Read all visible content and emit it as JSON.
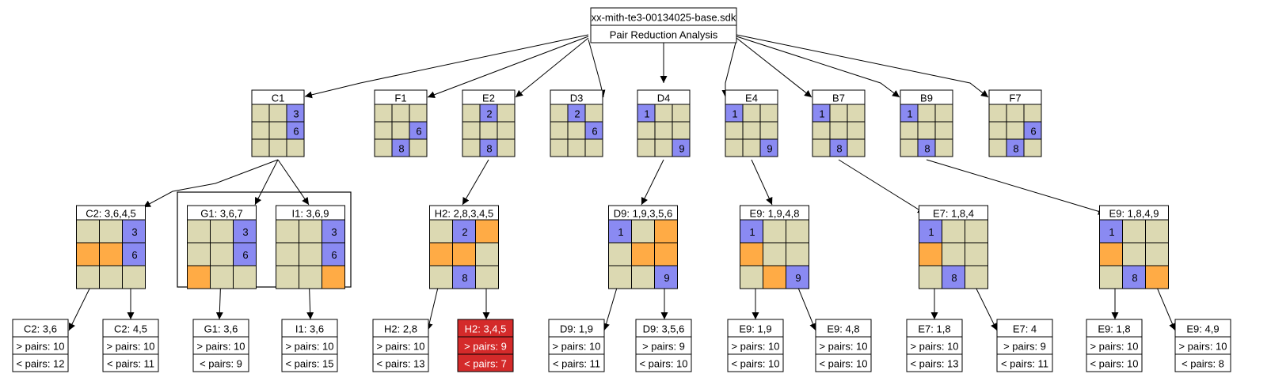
{
  "root": {
    "title": "xx-mith-te3-00134025-base.sdk",
    "subtitle": "Pair Reduction Analysis"
  },
  "colors": {
    "cell": "#dcd9b2",
    "blue": "#8a8af2",
    "orange": "#ffab45",
    "highlight": "#d42a2a",
    "line": "#000000"
  },
  "level1": [
    {
      "label": "C1",
      "cells": [
        "",
        "",
        "b3",
        "",
        "",
        "b6",
        "",
        "",
        ""
      ]
    },
    {
      "label": "F1",
      "cells": [
        "",
        "",
        "",
        "",
        "",
        "b6",
        "",
        "b8",
        ""
      ]
    },
    {
      "label": "E2",
      "cells": [
        "",
        "b2",
        "",
        "",
        "",
        "",
        "",
        "b8",
        ""
      ]
    },
    {
      "label": "D3",
      "cells": [
        "",
        "b2",
        "",
        "",
        "",
        "b6",
        "",
        "",
        ""
      ]
    },
    {
      "label": "D4",
      "cells": [
        "b1",
        "",
        "",
        "",
        "",
        "",
        "",
        "",
        "b9"
      ]
    },
    {
      "label": "E4",
      "cells": [
        "b1",
        "",
        "",
        "",
        "",
        "",
        "",
        "",
        "b9"
      ]
    },
    {
      "label": "B7",
      "cells": [
        "b1",
        "",
        "",
        "",
        "",
        "",
        "",
        "b8",
        ""
      ]
    },
    {
      "label": "B9",
      "cells": [
        "b1",
        "",
        "",
        "",
        "",
        "",
        "",
        "b8",
        ""
      ]
    },
    {
      "label": "F7",
      "cells": [
        "",
        "",
        "",
        "",
        "",
        "b6",
        "",
        "b8",
        ""
      ]
    }
  ],
  "level2": [
    {
      "label": "C2: 3,6,4,5",
      "cells": [
        "",
        "",
        "b3",
        "o",
        "o",
        "b6",
        "",
        "",
        ""
      ]
    },
    {
      "label": "G1: 3,6,7",
      "cells": [
        "",
        "",
        "b3",
        "",
        "",
        "b6",
        "o",
        "",
        ""
      ]
    },
    {
      "label": "I1: 3,6,9",
      "cells": [
        "",
        "",
        "b3",
        "",
        "",
        "b6",
        "",
        "",
        "o"
      ]
    },
    {
      "label": "H2: 2,8,3,4,5",
      "cells": [
        "",
        "b2",
        "o",
        "o",
        "o",
        "",
        "",
        "b8",
        ""
      ]
    },
    {
      "label": "D9: 1,9,3,5,6",
      "cells": [
        "b1",
        "",
        "o",
        "",
        "o",
        "o",
        "",
        "",
        "b9"
      ]
    },
    {
      "label": "E9: 1,9,4,8",
      "cells": [
        "b1",
        "",
        "",
        "o",
        "",
        "",
        "",
        "o",
        "b9"
      ]
    },
    {
      "label": "E7: 1,8,4",
      "cells": [
        "b1",
        "",
        "",
        "o",
        "",
        "",
        "",
        "b8",
        ""
      ]
    },
    {
      "label": "E9: 1,8,4,9",
      "cells": [
        "b1",
        "",
        "",
        "o",
        "",
        "",
        "",
        "b8",
        "o"
      ]
    }
  ],
  "leaves": [
    {
      "label": "C2: 3,6",
      "more": "> pairs: 10",
      "less": "< pairs: 12"
    },
    {
      "label": "C2: 4,5",
      "more": "> pairs: 10",
      "less": "< pairs: 11"
    },
    {
      "label": "G1: 3,6",
      "more": "> pairs: 10",
      "less": "< pairs: 9"
    },
    {
      "label": "I1: 3,6",
      "more": "> pairs: 10",
      "less": "< pairs: 15"
    },
    {
      "label": "H2: 2,8",
      "more": "> pairs: 10",
      "less": "< pairs: 13"
    },
    {
      "label": "H2: 3,4,5",
      "more": "> pairs: 9",
      "less": "< pairs: 7",
      "highlight": true
    },
    {
      "label": "D9: 1,9",
      "more": "> pairs: 10",
      "less": "< pairs: 11"
    },
    {
      "label": "D9: 3,5,6",
      "more": "> pairs: 9",
      "less": "< pairs: 10"
    },
    {
      "label": "E9: 1,9",
      "more": "> pairs: 10",
      "less": "< pairs: 10"
    },
    {
      "label": "E9: 4,8",
      "more": "> pairs: 10",
      "less": "< pairs: 10"
    },
    {
      "label": "E7: 1,8",
      "more": "> pairs: 10",
      "less": "< pairs: 13"
    },
    {
      "label": "E7: 4",
      "more": "> pairs: 9",
      "less": "< pairs: 11"
    },
    {
      "label": "E9: 1,8",
      "more": "> pairs: 10",
      "less": "< pairs: 10"
    },
    {
      "label": "E9: 4,9",
      "more": "> pairs: 10",
      "less": "< pairs: 8"
    }
  ]
}
